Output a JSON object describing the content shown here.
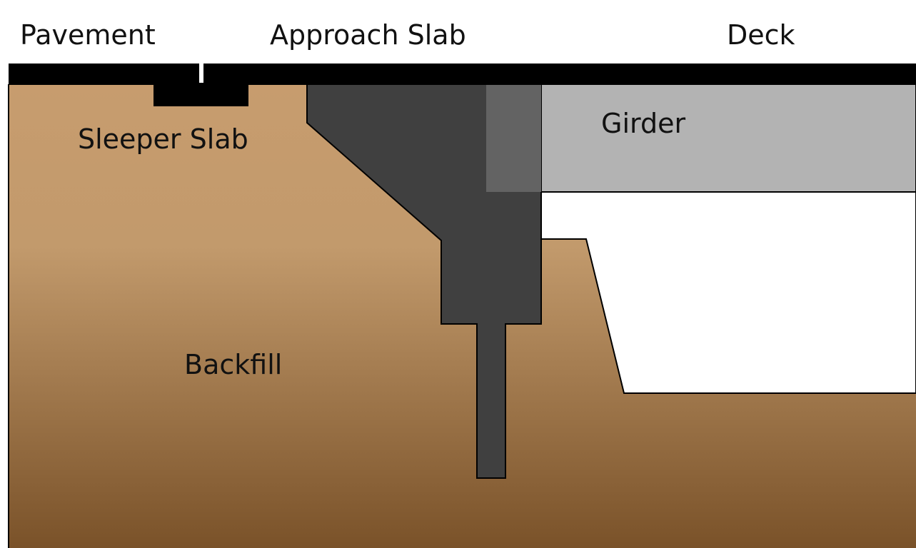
{
  "labels": {
    "pavement": "Pavement",
    "approach_slab": "Approach Slab",
    "deck": "Deck",
    "sleeper_slab": "Sleeper Slab",
    "girder": "Girder",
    "backfill": "Backfill"
  },
  "colors": {
    "backfill_top": "#c79c6e",
    "backfill_bottom": "#7a5229",
    "abutment": "#404040",
    "girder": "#b3b3b3",
    "girder_bearing_zone": "#636363",
    "deck": "#000000",
    "sleeper_slab": "#000000",
    "outline": "#000000",
    "background": "#ffffff"
  }
}
